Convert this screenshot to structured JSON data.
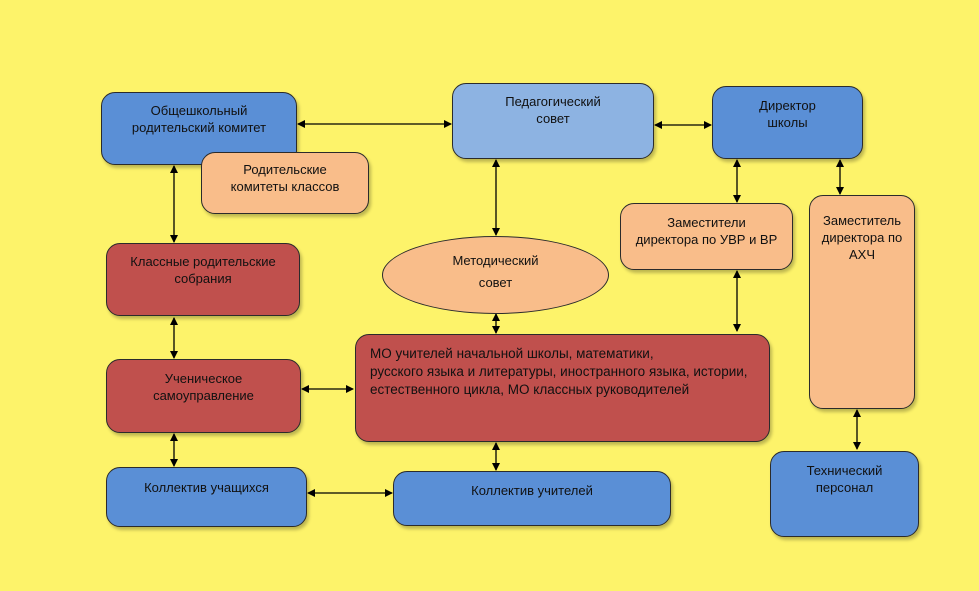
{
  "diagram": {
    "nodes": {
      "parent_committee": "Общешкольный\nродительский комитет",
      "pedagogical_council": "Педагогический\nсовет",
      "director": "Директор\nшколы",
      "class_committees": "Родительские\nкомитеты классов",
      "deputies_uvr_vr": "Заместители\nдиректора по УВР и ВР",
      "deputy_ahch": "Заместитель\nдиректора по\nАХЧ",
      "class_meetings": "Классные родительские\nсобрания",
      "methodical_council": "Методический\nсовет",
      "student_government": "Ученическое\nсамоуправление",
      "mo_teachers": "МО учителей начальной школы, математики,\nрусского языка и литературы, иностранного языка, истории,\nестественного цикла, МО классных руководителей",
      "technical_staff": "Технический\nперсонал",
      "students_collective": "Коллектив учащихся",
      "teachers_collective": "Коллектив учителей"
    },
    "colors": {
      "background": "#fdf36a",
      "blue": "#5a8fd6",
      "light_blue": "#8db3e2",
      "peach": "#f9bd8a",
      "red": "#c0504d"
    }
  }
}
